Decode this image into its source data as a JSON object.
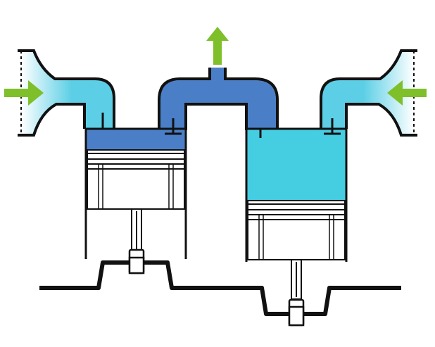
{
  "diagram": {
    "kind": "two-cylinder engine cross-section",
    "text_labels": [],
    "colors": {
      "intake_gas": "#5ccfe6",
      "cylinder_charge": "#45cde2",
      "exhaust_gas": "#4a7fc8",
      "flow_arrow": "#7ebf2a",
      "outline": "#111111",
      "piston_face": "#ffffff"
    },
    "flow_arrows": [
      {
        "id": "left-intake",
        "direction": "right"
      },
      {
        "id": "exhaust-outlet",
        "direction": "up"
      },
      {
        "id": "right-intake",
        "direction": "left"
      }
    ],
    "pistons": [
      {
        "id": "left",
        "position": "top",
        "chamber": "exhaust"
      },
      {
        "id": "right",
        "position": "bottom",
        "chamber": "intake"
      }
    ]
  }
}
